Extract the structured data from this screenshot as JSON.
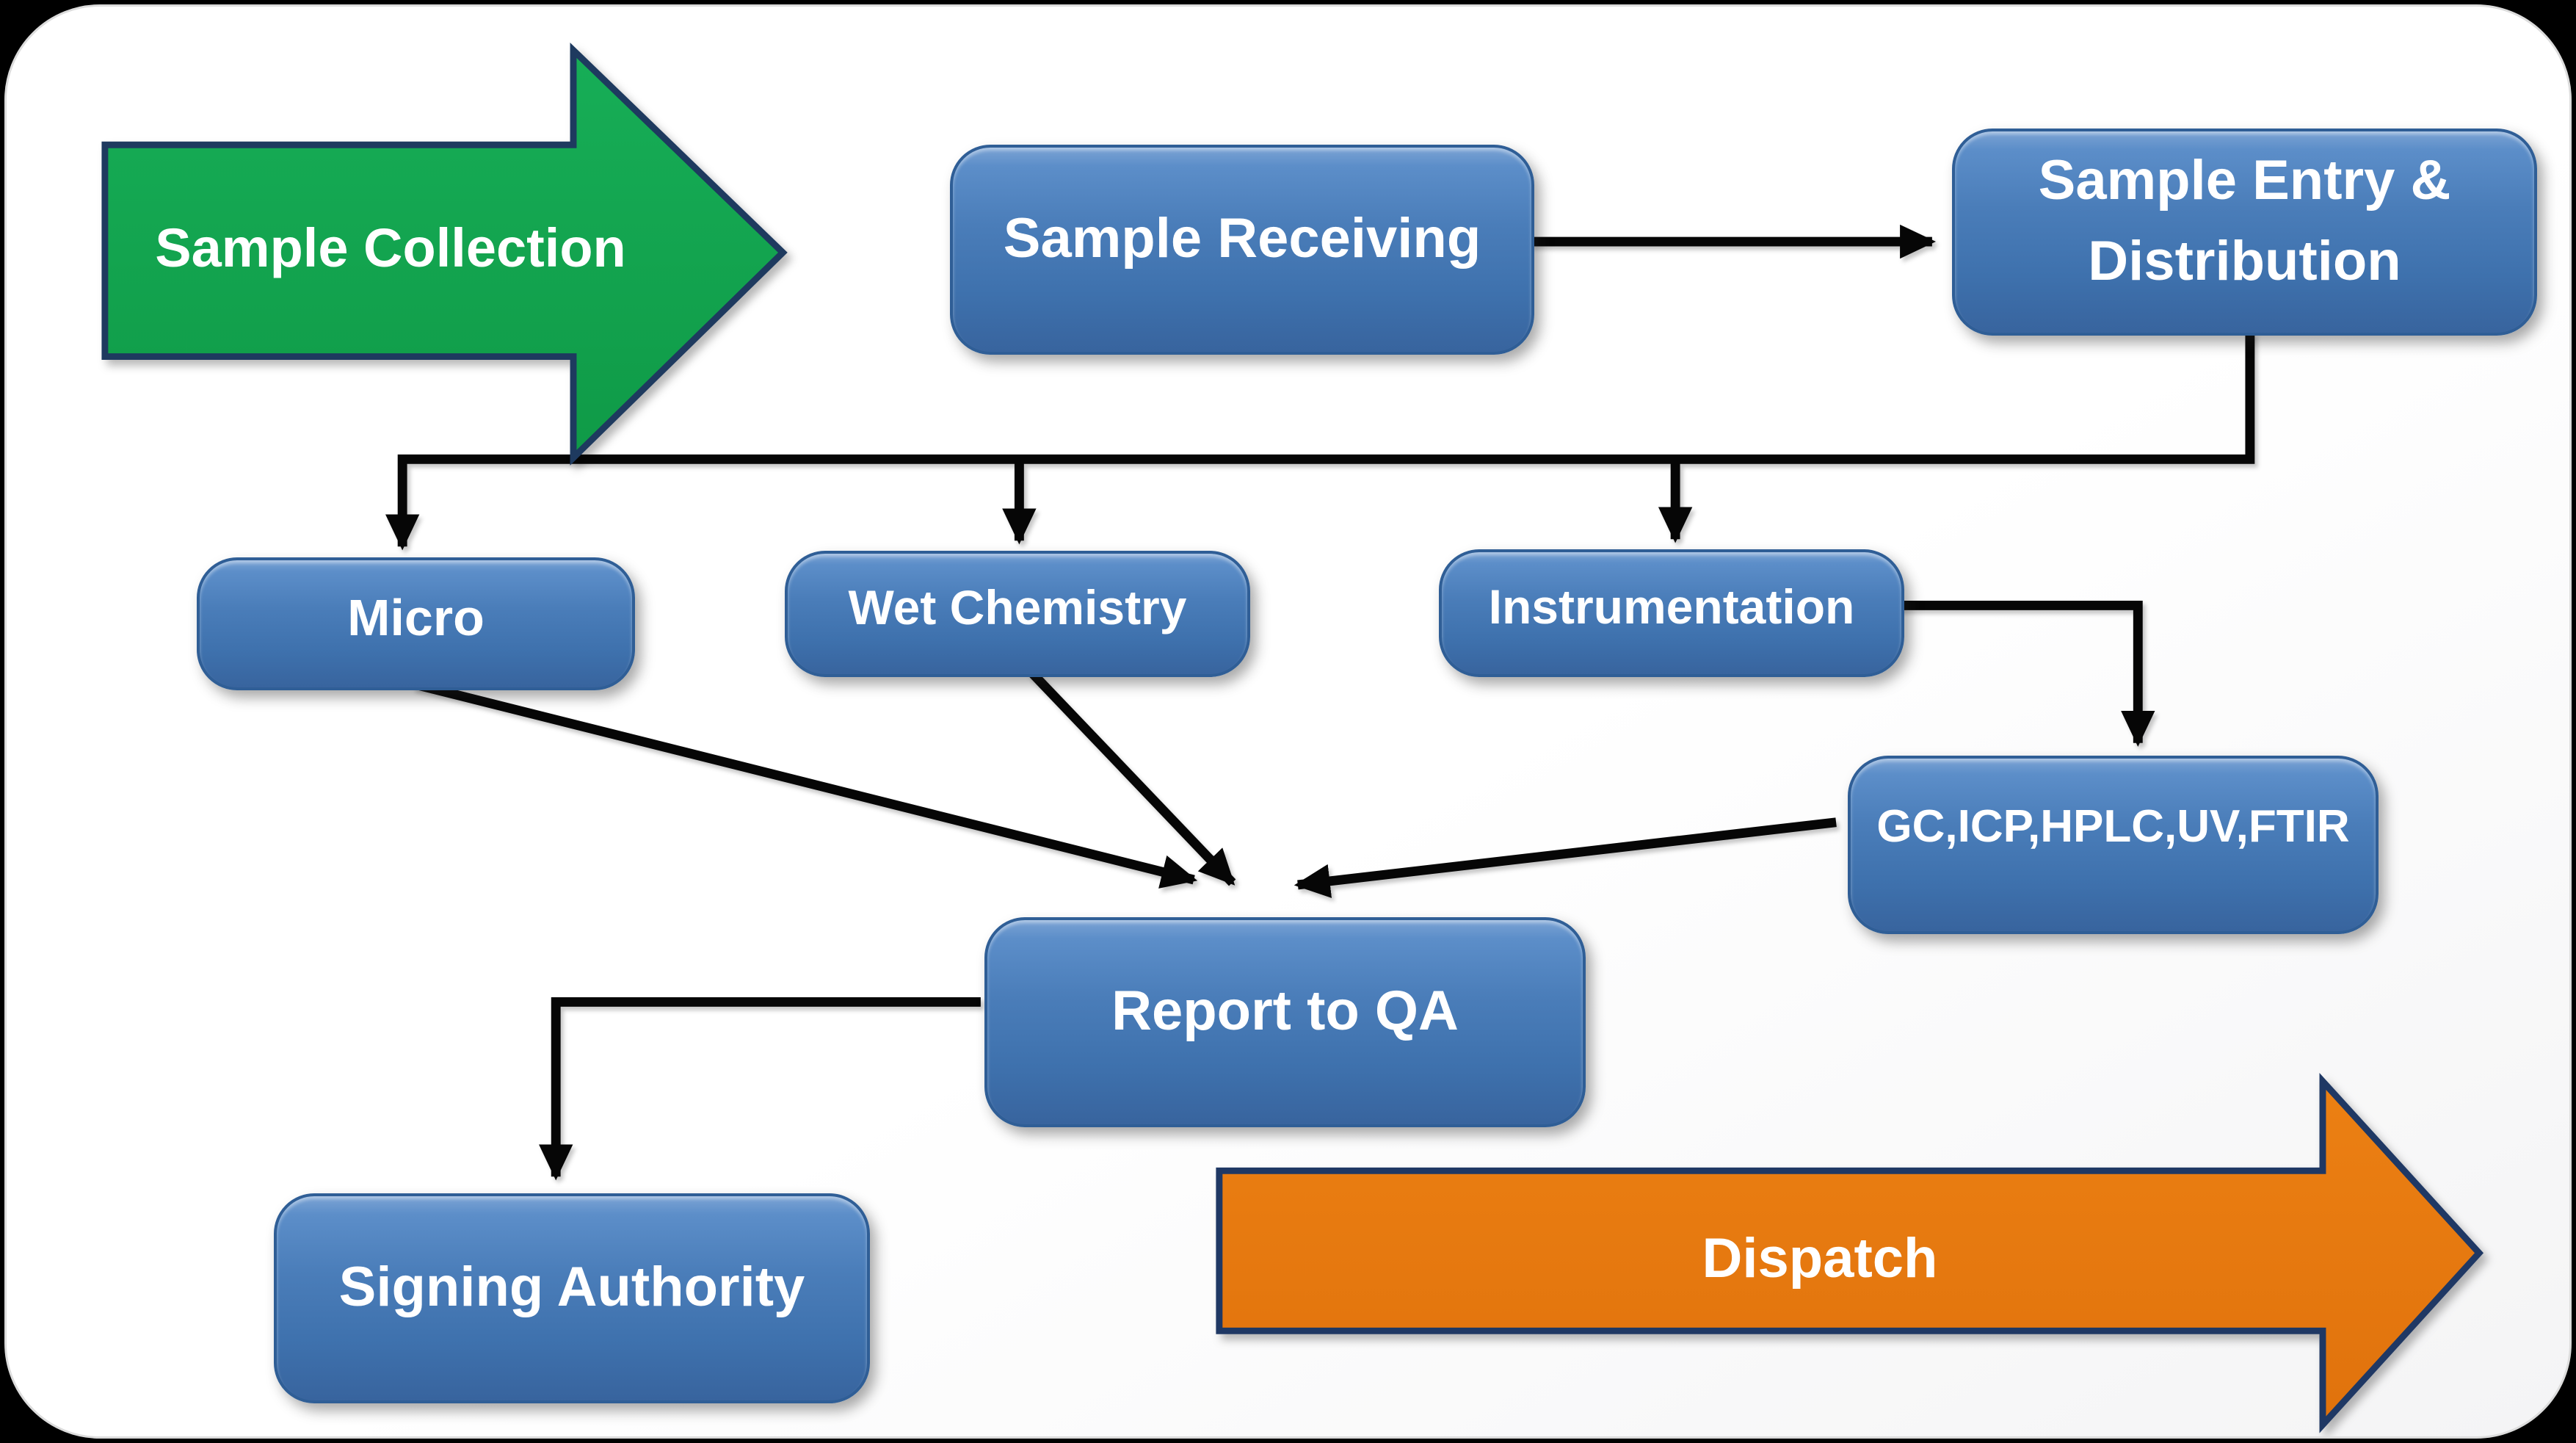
{
  "diagram": {
    "nodes": {
      "sample_collection": {
        "label": "Sample Collection",
        "shape": "right-arrow",
        "fill": "#12a44f"
      },
      "sample_receiving": {
        "label": "Sample Receiving",
        "shape": "rounded-box",
        "fill": "#4a7db9"
      },
      "sample_entry": {
        "label": "Sample Entry & Distribution",
        "shape": "rounded-box",
        "fill": "#4a7db9"
      },
      "micro": {
        "label": "Micro",
        "shape": "rounded-box",
        "fill": "#4a7db9"
      },
      "wet_chemistry": {
        "label": "Wet Chemistry",
        "shape": "rounded-box",
        "fill": "#4a7db9"
      },
      "instrumentation": {
        "label": "Instrumentation",
        "shape": "rounded-box",
        "fill": "#4a7db9"
      },
      "instruments_detail": {
        "label": "GC,ICP,HPLC,UV,FTIR",
        "shape": "rounded-box",
        "fill": "#4a7db9"
      },
      "report_to_qa": {
        "label": "Report to QA",
        "shape": "rounded-box",
        "fill": "#4a7db9"
      },
      "signing_authority": {
        "label": "Signing Authority",
        "shape": "rounded-box",
        "fill": "#4a7db9"
      },
      "dispatch": {
        "label": "Dispatch",
        "shape": "right-arrow",
        "fill": "#e7790e"
      }
    },
    "edges": [
      {
        "from": "sample_receiving",
        "to": "sample_entry"
      },
      {
        "from": "sample_entry",
        "to": "micro"
      },
      {
        "from": "sample_entry",
        "to": "wet_chemistry"
      },
      {
        "from": "sample_entry",
        "to": "instrumentation"
      },
      {
        "from": "instrumentation",
        "to": "instruments_detail"
      },
      {
        "from": "micro",
        "to": "report_to_qa"
      },
      {
        "from": "wet_chemistry",
        "to": "report_to_qa"
      },
      {
        "from": "instruments_detail",
        "to": "report_to_qa"
      },
      {
        "from": "report_to_qa",
        "to": "signing_authority"
      }
    ],
    "colors": {
      "page_background": "#000000",
      "slide_background": "#ffffff",
      "node_blue": "#4a7db9",
      "node_border_blue": "#2f5e96",
      "arrow_green": "#12a44f",
      "arrow_orange": "#e7790e",
      "outline_navy": "#1e3a5f",
      "connector_black": "#060606",
      "label_text": "#ffffff"
    }
  }
}
